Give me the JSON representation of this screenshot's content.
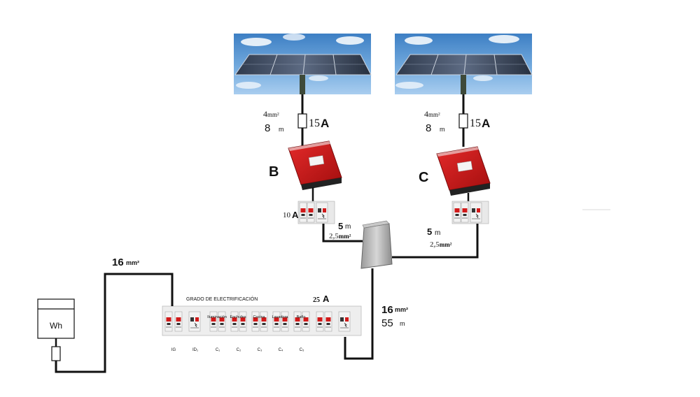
{
  "panel_b": {
    "cable_section": "4",
    "cable_unit": "mm²",
    "cable_length": "8",
    "length_unit": "m",
    "fuse_rating": "15",
    "fuse_unit": "A",
    "inverter_label": "B",
    "breaker_rating": "10",
    "breaker_unit": "A",
    "out_length": "5",
    "out_length_unit": "m",
    "out_section": "2,5",
    "out_section_unit": "mm²"
  },
  "panel_c": {
    "cable_section": "4",
    "cable_unit": "mm²",
    "cable_length": "8",
    "length_unit": "m",
    "fuse_rating": "15",
    "fuse_unit": "A",
    "inverter_label": "C",
    "out_length": "5",
    "out_length_unit": "m",
    "out_section": "2,5",
    "out_section_unit": "mm²"
  },
  "main_feed": {
    "section": "16",
    "section_unit": "mm²",
    "length": "55",
    "length_unit": "m"
  },
  "meter_feed": {
    "section": "16",
    "section_unit": "mm²"
  },
  "meter": {
    "label": "Wh"
  },
  "panelboard": {
    "title": "GRADO DE ELECTRIFICACIÓN",
    "main_rating": "25",
    "main_unit": "A",
    "circuits": [
      "Iluminación",
      "Enchufes",
      "Cocina",
      "Lavadora",
      "Baño"
    ],
    "bottom_labels": [
      "IG",
      "ID₁",
      "C₁",
      "C₂",
      "C₃",
      "C₄",
      "C₅"
    ]
  }
}
